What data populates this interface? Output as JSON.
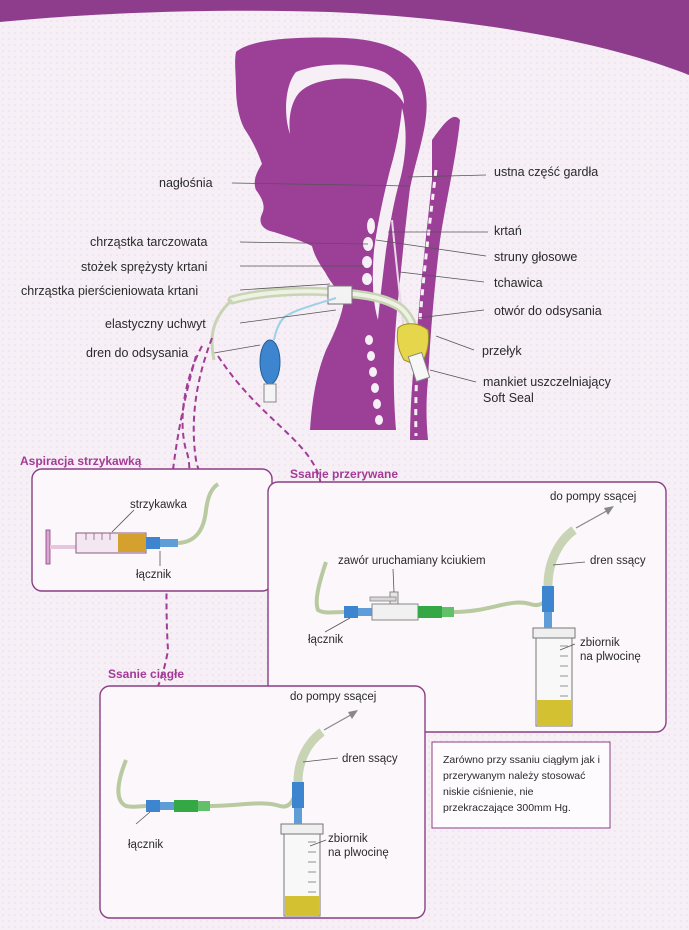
{
  "anatomy_labels": {
    "naglosnia": "nagłośnia",
    "chrzastka_tarczowata": "chrząstka tarczowata",
    "stozek": "stożek sprężysty krtani",
    "chrzastka_pierscieniowata": "chrząstka pierścieniowata krtani",
    "uchwyt": "elastyczny uchwyt",
    "dren_odsysania": "dren do odsysania",
    "ustna_czesc": "ustna część gardła",
    "krtan": "krtań",
    "struny": "struny głosowe",
    "tchawica": "tchawica",
    "otwor": "otwór do odsysania",
    "przelyk": "przełyk",
    "mankiet_line1": "mankiet uszczelniający",
    "mankiet_line2": "Soft Seal"
  },
  "aspiracja": {
    "title": "Aspiracja strzykawką",
    "strzykawka": "strzykawka",
    "lacznik": "łącznik"
  },
  "przerywane": {
    "title": "Ssanie przerywane",
    "do_pompy": "do pompy ssącej",
    "zawor": "zawór uruchamiany kciukiem",
    "dren_ssacy": "dren ssący",
    "lacznik": "łącznik",
    "zbiornik_line1": "zbiornik",
    "zbiornik_line2": "na plwocinę"
  },
  "ciagle": {
    "title": "Ssanie ciągłe",
    "do_pompy": "do pompy ssącej",
    "dren_ssacy": "dren ssący",
    "lacznik": "łącznik",
    "zbiornik_line1": "zbiornik",
    "zbiornik_line2": "na plwocinę"
  },
  "note": "Zarówno przy ssaniu ciągłym jak i przerywanym należy stosować niskie ciśnienie, nie przekraczające 300mm Hg.",
  "colors": {
    "purple": "#9b3f97",
    "box_border": "#8a3f84",
    "tube_green": "#b9c9a0",
    "connector_blue": "#3d86cf",
    "connector_green": "#35a846",
    "fluid": "#d4c132"
  }
}
